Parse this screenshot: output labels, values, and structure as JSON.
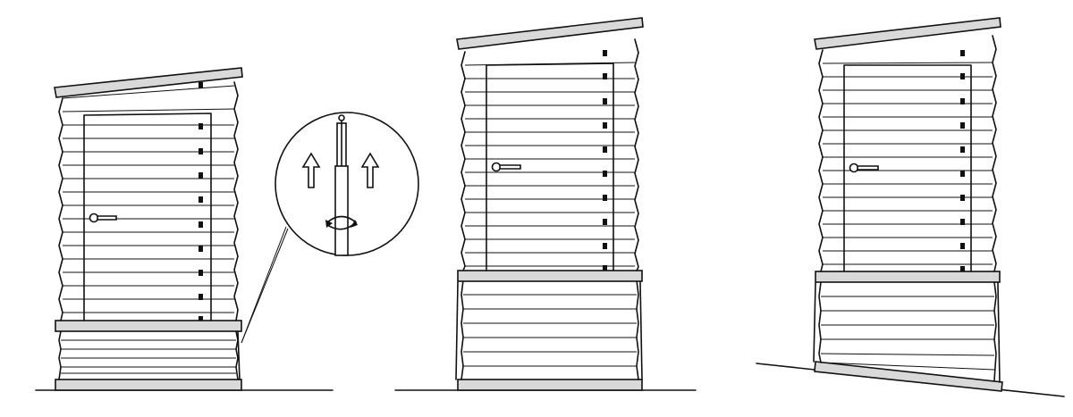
{
  "figure": {
    "panels": [
      {
        "id": "step-1",
        "caption": ""
      },
      {
        "id": "step-2",
        "caption": ""
      },
      {
        "id": "step-3",
        "caption": ""
      }
    ],
    "detail": {
      "caption": ""
    }
  },
  "colors": {
    "ink": "#111111",
    "rail": "#d9d9d9",
    "background": "#ffffff"
  },
  "icons": [
    "up-arrow-icon",
    "rotate-icon",
    "door-handle-icon"
  ]
}
